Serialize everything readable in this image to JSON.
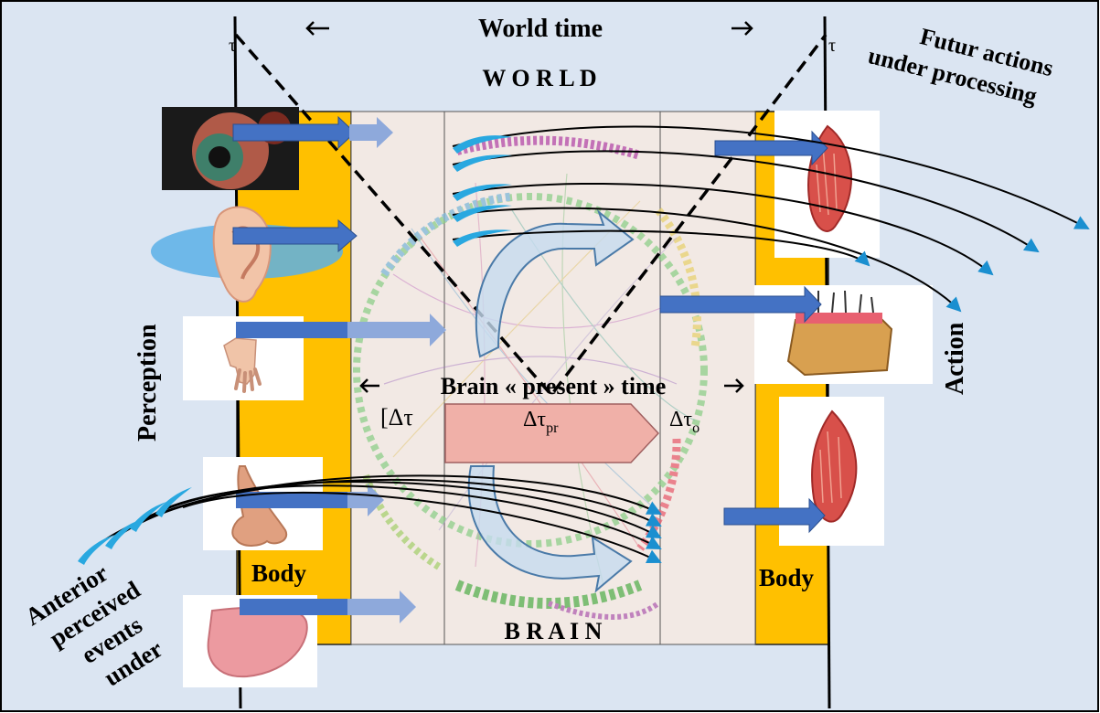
{
  "world": {
    "time_label": "World time",
    "world_label": "W O R L D",
    "tau_left": "τ",
    "tau_right": "τ"
  },
  "brain": {
    "present_label": "Brain « present » time",
    "bracket_left": "[Δτ",
    "delta_pr": "Δτ",
    "delta_pr_sub": "pr",
    "delta_o": "Δτ",
    "delta_o_sub": "o",
    "brain_label": "B  R  A  I  N"
  },
  "body": {
    "left_label": "Body",
    "right_label": "Body"
  },
  "side_labels": {
    "perception": "Perception",
    "action": "Action",
    "future_line1": "Futur actions",
    "future_line2": "under processing",
    "anterior_line1": "Anterior",
    "anterior_line2": "perceived",
    "anterior_line3": "events",
    "anterior_line4": "under"
  },
  "colors": {
    "background": "#dbe5f2",
    "body": "#ffc000",
    "zone": "#f2e9e4",
    "arrow_dark": "#4472c4",
    "arrow_light": "#8ea9db",
    "swoosh": "#29a8e0",
    "pentagon": "#f0b0a8"
  },
  "icons": [
    "eye-icon",
    "ear-icon",
    "hand-icon",
    "nose-icon",
    "tongue-icon",
    "muscle-icon",
    "skin-icon",
    "muscle-icon"
  ]
}
